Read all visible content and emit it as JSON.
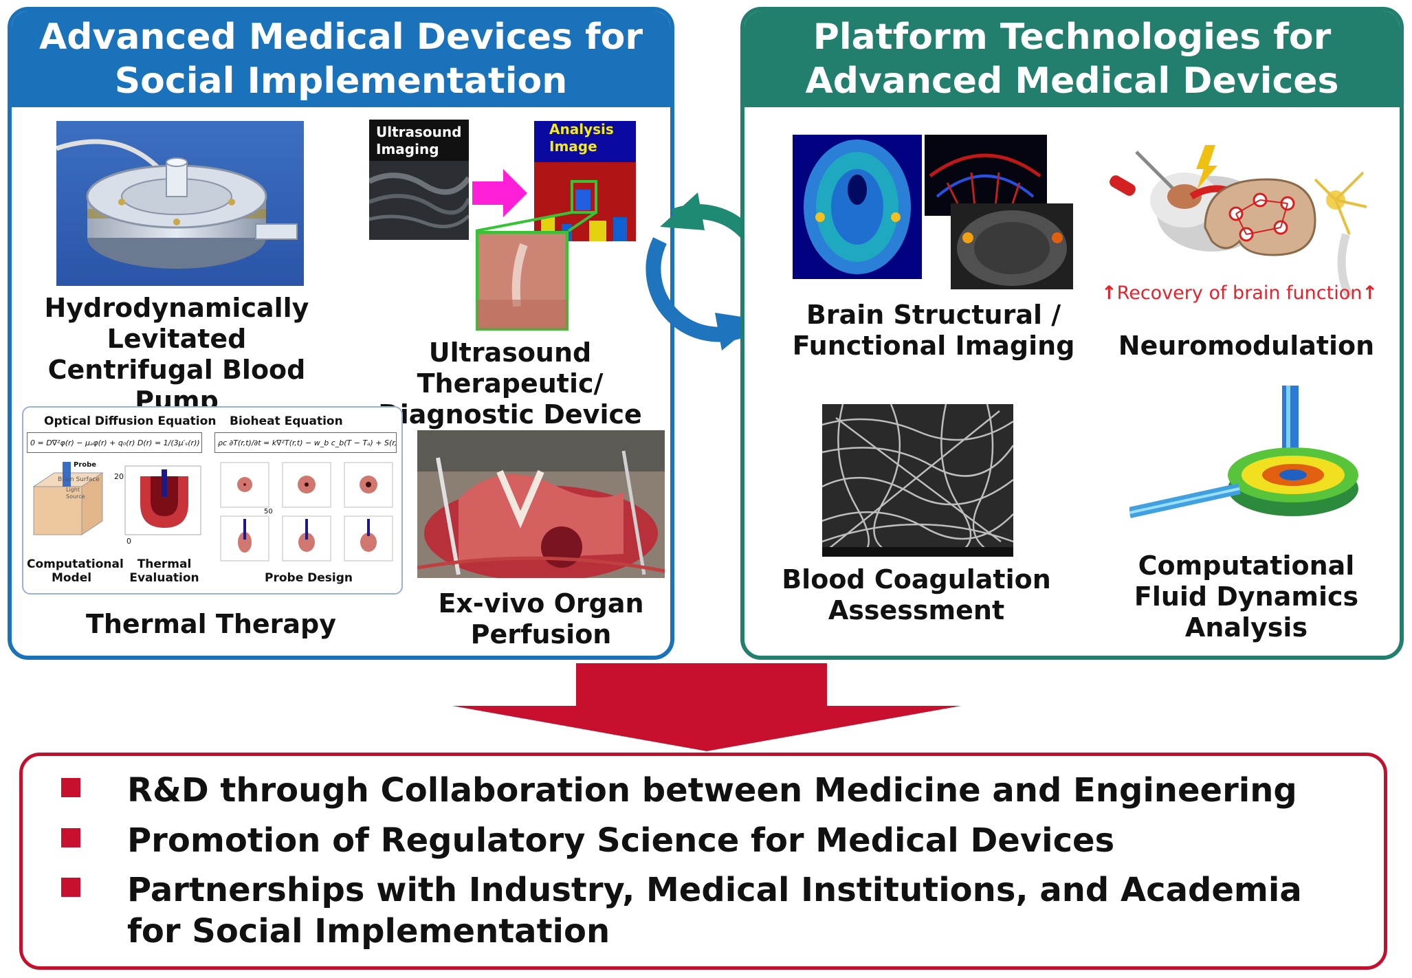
{
  "left_panel": {
    "title": "Advanced Medical Devices for\nSocial Implementation",
    "items": [
      {
        "caption": "Hydrodynamically\nLevitated\nCentrifugal Blood Pump"
      },
      {
        "caption": "Ultrasound Therapeutic/\nDiagnostic Device",
        "labels": {
          "left": "Ultrasound\nImaging",
          "right": "Analysis\nImage"
        }
      },
      {
        "caption": "Thermal Therapy",
        "labels": {
          "optical_eq_title": "Optical Diffusion Equation",
          "optical_eq": "0 = D∇²φ(r) − μₐφ(r) + q₀(r)   D(r) = 1/(3μ′ₛ(r))",
          "bioheat_title": "Bioheat Equation",
          "bioheat_eq": "ρc ∂T(r,t)/∂t = k∇²T(r,t) − w_b c_b(T − Tₐ) + S(r,t)",
          "probe": "Probe",
          "brain_surface": "Brain Surface",
          "light_source": "Light\nSource",
          "computational_model": "Computational\nModel",
          "thermal_evaluation": "Thermal\nEvaluation",
          "probe_design": "Probe Design",
          "tick_20": "20",
          "tick_0": "0",
          "tick_50": "50"
        }
      },
      {
        "caption": "Ex-vivo Organ\nPerfusion"
      }
    ]
  },
  "right_panel": {
    "title": "Platform Technologies for\nAdvanced Medical Devices",
    "items": [
      {
        "caption": "Brain Structural /\nFunctional Imaging"
      },
      {
        "caption": "Neuromodulation",
        "labels": {
          "recovery": "Recovery of brain function"
        }
      },
      {
        "caption": "Blood Coagulation\nAssessment"
      },
      {
        "caption": "Computational\nFluid Dynamics\nAnalysis"
      }
    ]
  },
  "bullets": [
    "R&D through Collaboration between Medicine and Engineering",
    "Promotion of Regulatory Science for Medical Devices",
    "Partnerships with Industry, Medical Institutions, and Academia for Social Implementation"
  ],
  "colors": {
    "left_accent": "#1a72bb",
    "right_accent": "#227f6d",
    "bottom_accent": "#c3112d",
    "cycle_green": "#1f8a73",
    "cycle_blue": "#1f74be"
  }
}
